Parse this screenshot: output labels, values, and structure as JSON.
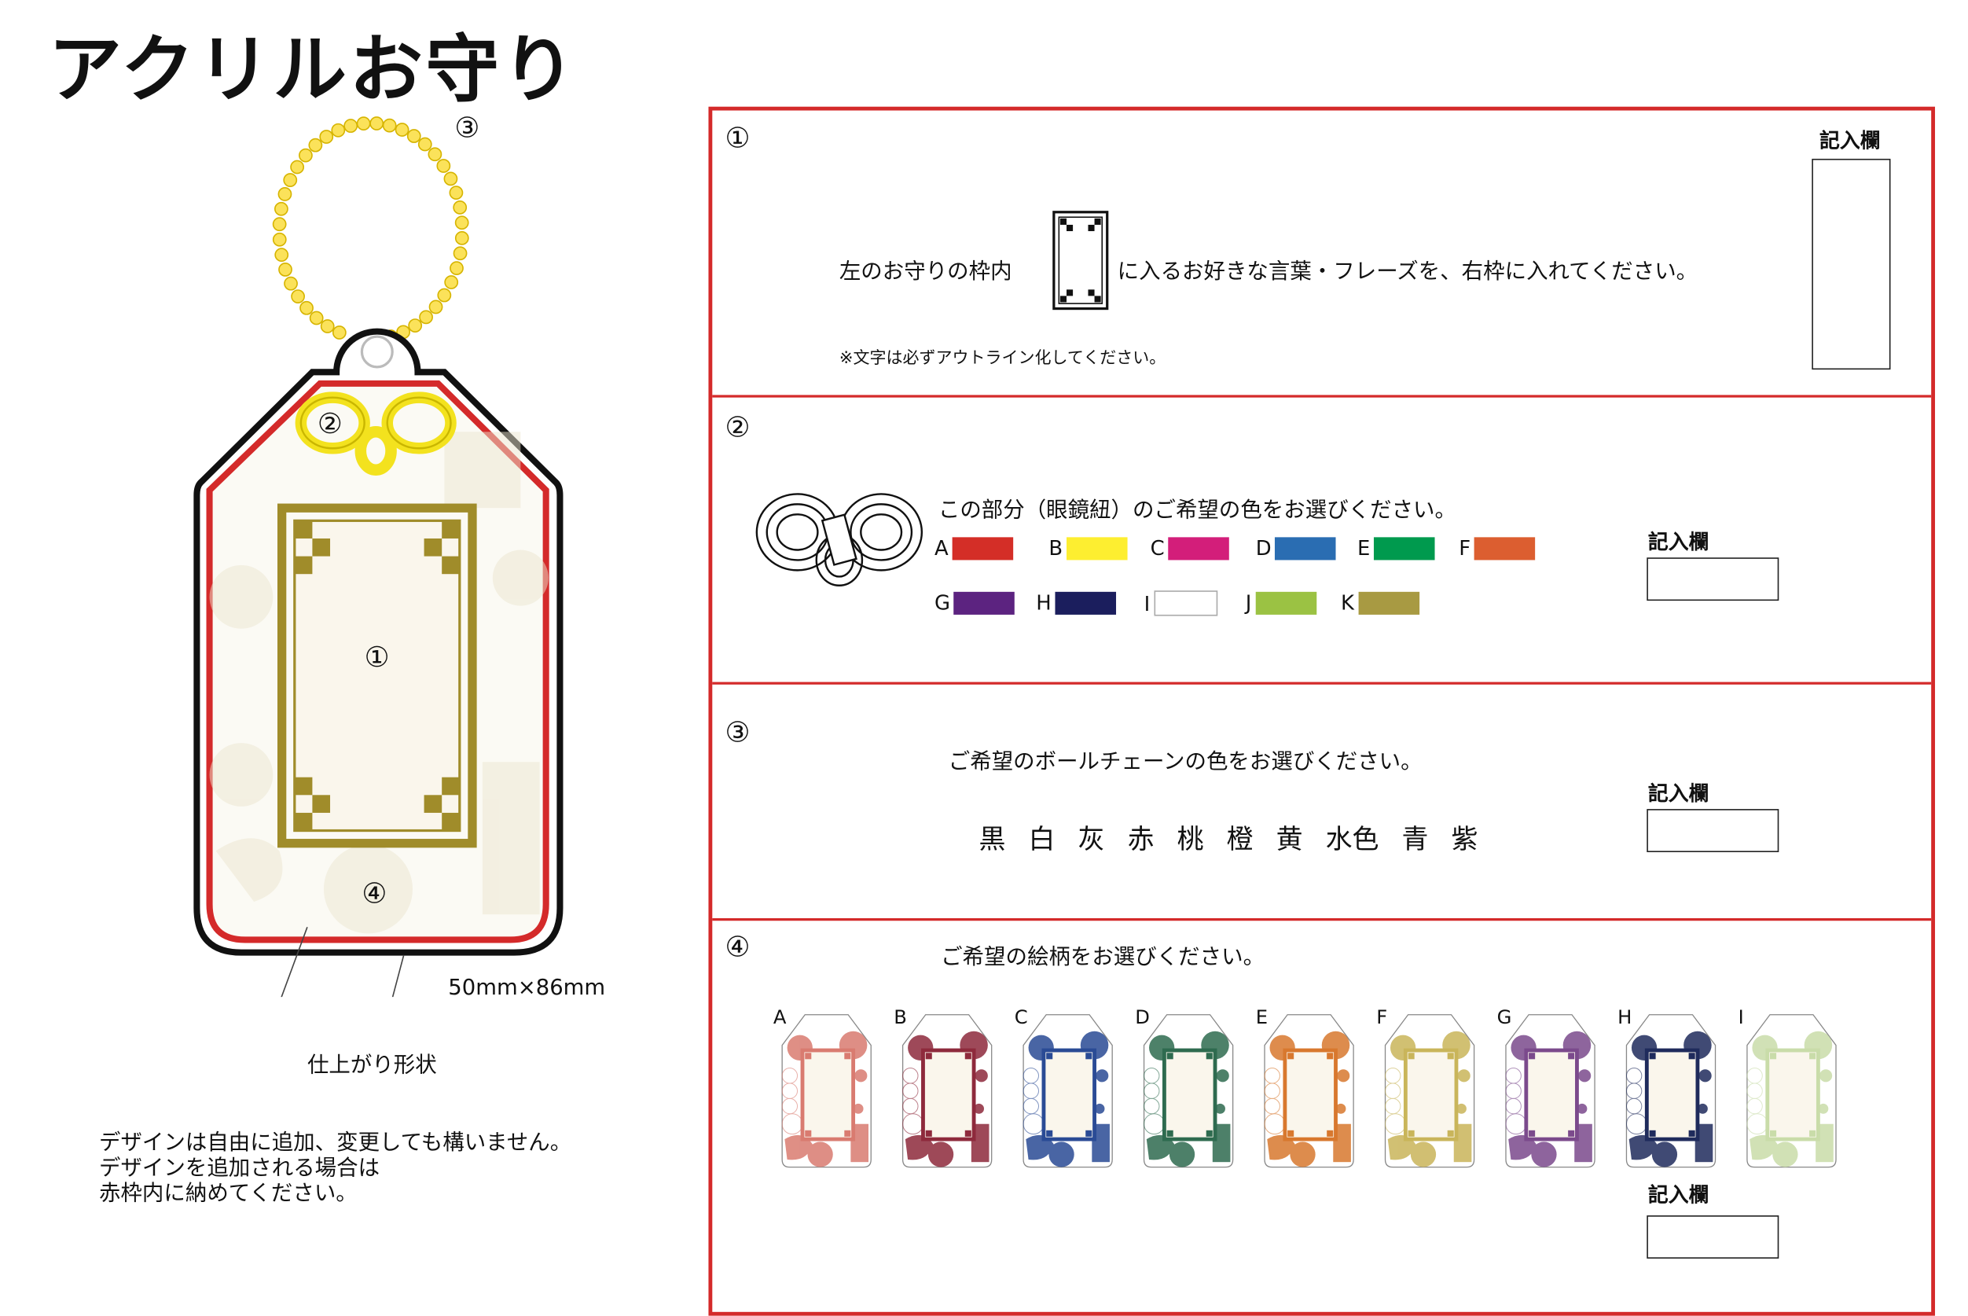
{
  "title": "アクリルお守り",
  "left": {
    "markers": [
      "①",
      "②",
      "③",
      "④"
    ],
    "size_label": "50mm×86mm",
    "shape_label": "仕上がり形状",
    "notes": [
      "デザインは自由に追加、変更しても構いません。",
      "デザインを追加される場合は",
      "赤枠内に納めてください。"
    ]
  },
  "section1": {
    "number": "①",
    "text_before": "左のお守りの枠内",
    "text_after": "に入るお好きな言葉・フレーズを、右枠に入れてください。",
    "note": "※文字は必ずアウトライン化してください。",
    "entry_label": "記入欄"
  },
  "section2": {
    "number": "②",
    "instruction": "この部分（眼鏡紐）のご希望の色をお選びください。",
    "entry_label": "記入欄",
    "colors": [
      {
        "label": "A",
        "color": "#d42e27"
      },
      {
        "label": "B",
        "color": "#fdee30"
      },
      {
        "label": "C",
        "color": "#d31e7a"
      },
      {
        "label": "D",
        "color": "#2a6db2"
      },
      {
        "label": "E",
        "color": "#009a4e"
      },
      {
        "label": "F",
        "color": "#dc5e30"
      },
      {
        "label": "G",
        "color": "#5c2380"
      },
      {
        "label": "H",
        "color": "#1b1e5d"
      },
      {
        "label": "I",
        "color": "#ffffff"
      },
      {
        "label": "J",
        "color": "#9bc243"
      },
      {
        "label": "K",
        "color": "#a89a42"
      }
    ]
  },
  "section3": {
    "number": "③",
    "instruction": "ご希望のボールチェーンの色をお選びください。",
    "entry_label": "記入欄",
    "colors": [
      "黒",
      "白",
      "灰",
      "赤",
      "桃",
      "橙",
      "黄",
      "水色",
      "青",
      "紫"
    ]
  },
  "section4": {
    "number": "④",
    "instruction": "ご希望の絵柄をお選びください。",
    "entry_label": "記入欄",
    "patterns": [
      {
        "label": "A",
        "color": "#d97b70"
      },
      {
        "label": "B",
        "color": "#8e2a3c"
      },
      {
        "label": "C",
        "color": "#2a4b95"
      },
      {
        "label": "D",
        "color": "#2e6b4f"
      },
      {
        "label": "E",
        "color": "#d8782e"
      },
      {
        "label": "F",
        "color": "#c9b55a"
      },
      {
        "label": "G",
        "color": "#7b4a8c"
      },
      {
        "label": "H",
        "color": "#1f2b5c"
      },
      {
        "label": "I",
        "color": "#c9dca9"
      }
    ]
  }
}
